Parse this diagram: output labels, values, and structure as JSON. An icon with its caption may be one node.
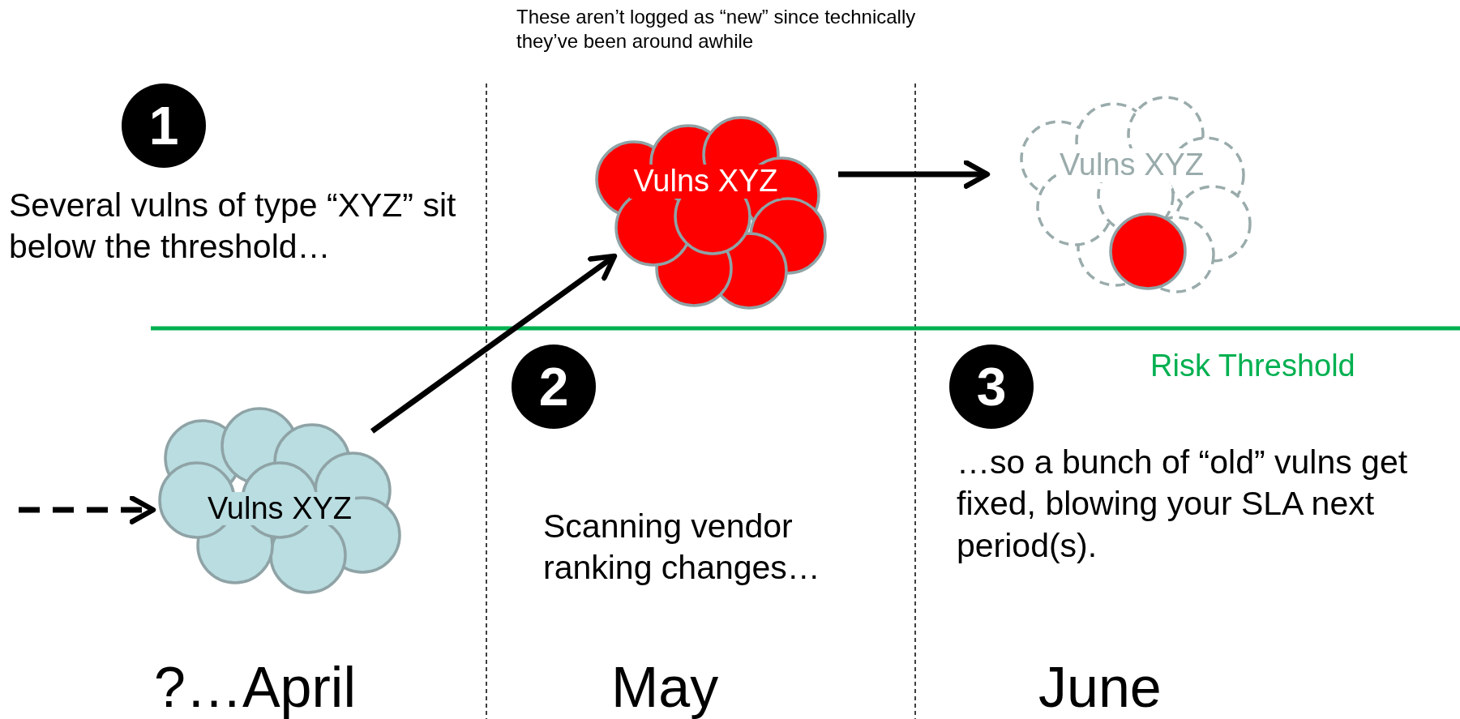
{
  "diagram": {
    "nodes": [
      {
        "text": [
          "1"
        ]
      },
      {
        "text": [
          "Vulns XYZ"
        ]
      },
      {
        "text": [
          "Vulns XYZ"
        ]
      },
      {
        "text": [
          "2"
        ]
      },
      {
        "text": [
          "Vulns XYZ"
        ]
      },
      {
        "text": [
          "3"
        ]
      }
    ],
    "edges": [
      {
        "from": null,
        "to": 1,
        "arrow": "to",
        "style": "dashed"
      },
      {
        "from": 1,
        "to": 2,
        "arrow": "to"
      },
      {
        "from": 2,
        "to": 4,
        "arrow": "to"
      }
    ],
    "labels": [
      "These aren’t logged as “new” since technically they’ve been around awhile",
      "Several vulns of type “XYZ” sit below the threshold…",
      "Risk Threshold",
      "Scanning vendor ranking changes…",
      "…so a bunch of “old” vulns get fixed, blowing your SLA next period(s).",
      "?…April",
      "May",
      "June"
    ]
  }
}
